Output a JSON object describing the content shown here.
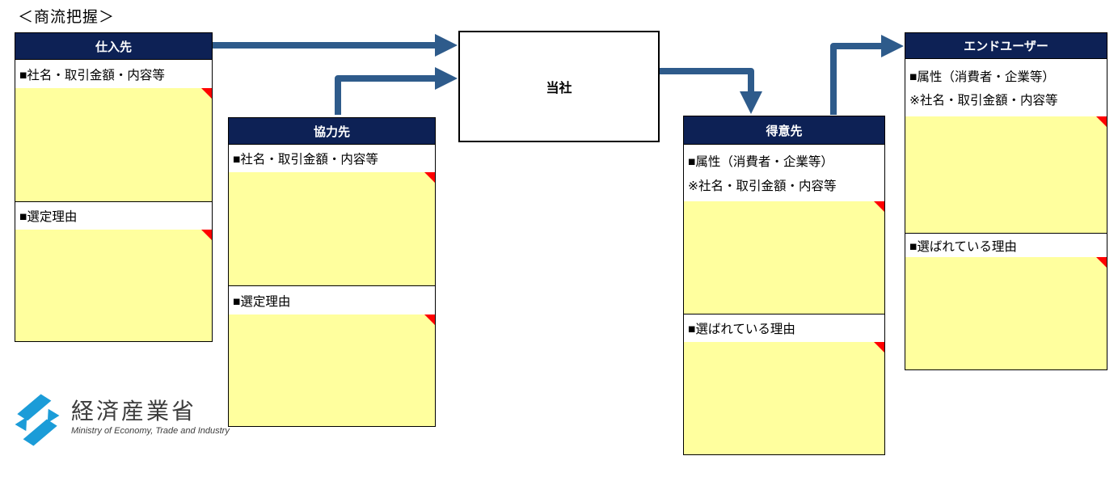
{
  "title": "＜商流把握＞",
  "colors": {
    "header_navy": "#0d2155",
    "arrow_blue": "#2e5b8b",
    "note_yellow": "#ffff9e",
    "corner_red": "#ff0000",
    "logo_blue": "#1b9cd8",
    "border_black": "#000000"
  },
  "boxes": {
    "supplier": {
      "header": "仕入先",
      "label1": "■社名・取引金額・内容等",
      "label2": "■選定理由"
    },
    "partner": {
      "header": "協力先",
      "label1": "■社名・取引金額・内容等",
      "label2": "■選定理由"
    },
    "company": {
      "label": "当社"
    },
    "customer": {
      "header": "得意先",
      "label1a": "■属性（消費者・企業等）",
      "label1b": "※社名・取引金額・内容等",
      "label2": "■選ばれている理由"
    },
    "end_user": {
      "header": "エンドユーザー",
      "label1a": "■属性（消費者・企業等）",
      "label1b": "※社名・取引金額・内容等",
      "label2": "■選ばれている理由"
    }
  },
  "logo": {
    "name": "経済産業省",
    "subtitle": "Ministry of Economy, Trade and Industry"
  }
}
